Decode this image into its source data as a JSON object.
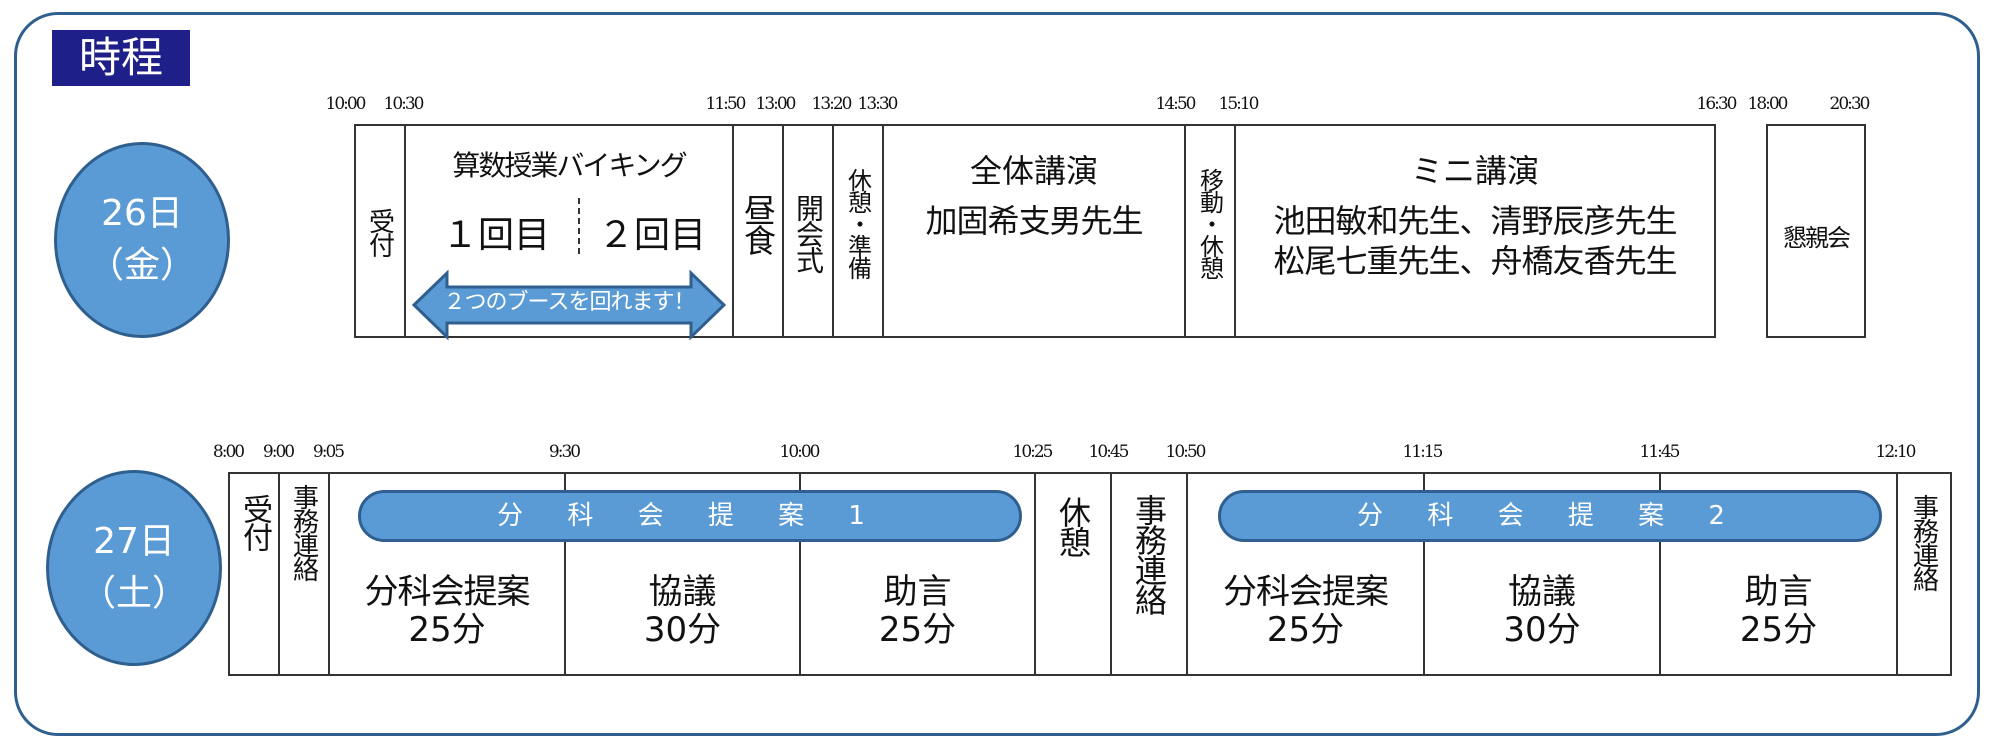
{
  "title": "時程",
  "day1": {
    "label": "26日",
    "weekday": "（金）",
    "times": [
      "10:00",
      "10:30",
      "11:50",
      "13:00",
      "13:20",
      "13:30",
      "14:50",
      "15:10",
      "16:30",
      "18:00",
      "20:30"
    ],
    "uketsuke": "受付",
    "viking_title": "算数授業バイキング",
    "viking_round1": "１回目",
    "viking_round2": "２回目",
    "viking_arrow": "２つのブースを回れます！",
    "lunch": "昼食",
    "opening": "開会式",
    "break_prep": "休憩・準備",
    "keynote_title": "全体講演",
    "keynote_speaker": "加固希支男先生",
    "move_break": "移動・休憩",
    "mini_title": "ミニ講演",
    "mini_line1": "池田敏和先生、清野辰彦先生",
    "mini_line2": "松尾七重先生、舟橋友香先生",
    "party": "懇親会"
  },
  "day2": {
    "label": "27日",
    "weekday": "（土）",
    "times": [
      "8:00",
      "9:00",
      "9:05",
      "9:30",
      "10:00",
      "10:25",
      "10:45",
      "10:50",
      "11:15",
      "11:45",
      "12:10"
    ],
    "uketsuke": "受付",
    "jimu_renraku": "事務連絡",
    "bunkakai1": "分 科 会 提 案 1",
    "bunkakai2": "分 科 会 提 案 2",
    "proposal": "分科会提案",
    "proposal_min": "25分",
    "discussion": "協議",
    "discussion_min": "30分",
    "advice": "助言",
    "advice_min": "25分",
    "kyuukei": "休憩"
  }
}
